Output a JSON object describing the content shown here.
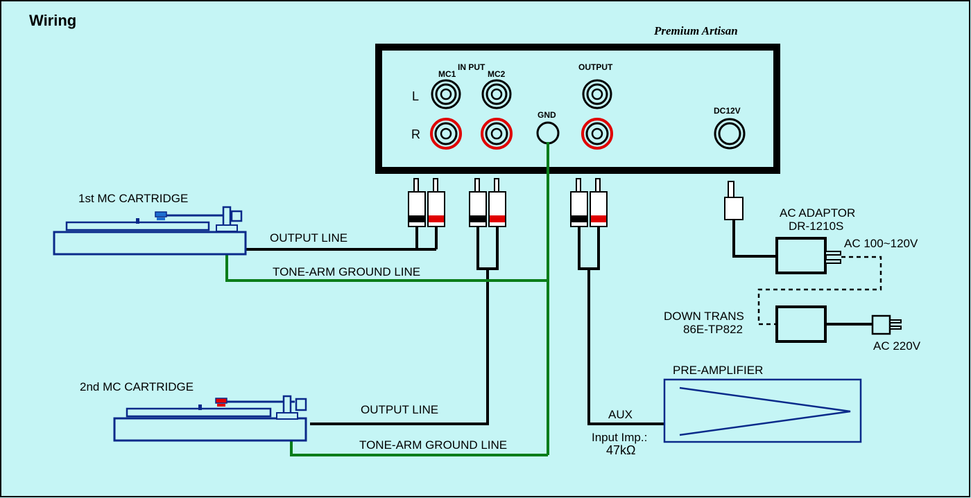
{
  "title": "Wiring",
  "device": {
    "brand": "Premium Artisan",
    "input_label": "IN PUT",
    "mc1_label": "MC1",
    "mc2_label": "MC2",
    "output_label": "OUTPUT",
    "gnd_label": "GND",
    "dc_label": "DC12V",
    "left_label": "L",
    "right_label": "R"
  },
  "turntable1": {
    "label": "1st MC CARTRIDGE",
    "output_line": "OUTPUT LINE",
    "ground_line": "TONE-ARM GROUND LINE"
  },
  "turntable2": {
    "label": "2nd MC CARTRIDGE",
    "output_line": "OUTPUT LINE",
    "ground_line": "TONE-ARM GROUND LINE"
  },
  "adaptor": {
    "label_line1": "AC ADAPTOR",
    "label_line2": "DR-1210S",
    "voltage": "AC 100~120V"
  },
  "transformer": {
    "label_line1": "DOWN TRANS",
    "label_line2": "86E-TP822",
    "voltage": "AC 220V"
  },
  "preamp": {
    "label": "PRE-AMPLIFIER",
    "aux_label": "AUX",
    "impedance_line1": "Input Imp.:",
    "impedance_line2": "47kΩ"
  },
  "colors": {
    "background": "#c5f5f5",
    "cable": "#000000",
    "ground_wire": "#0a7d1a",
    "right_channel": "#e00000",
    "outline_blue": "#0a2a8a",
    "tonearm_blue": "#1e6fd0"
  }
}
